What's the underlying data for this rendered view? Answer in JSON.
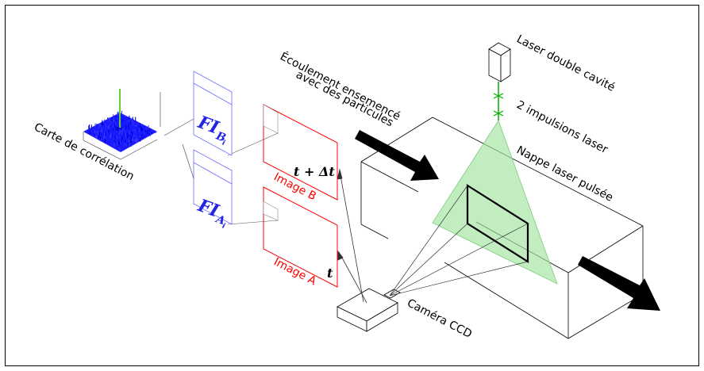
{
  "labels": {
    "laser": "Laser double cavité",
    "flow_line1": "Écoulement ensemencé",
    "flow_line2": "avec des particules",
    "pulses": "2 impulsions laser",
    "sheet": "Nappe laser pulsée",
    "camera": "Caméra CCD",
    "image_a": "Image A",
    "image_b": "Image B",
    "time_b": "t + Δt",
    "time_a": "t",
    "corr_map": "Carte de corrélation",
    "fi_b_main": "FI",
    "fi_b_sub": "B",
    "fi_b_index": "i",
    "fi_a_main": "FI",
    "fi_a_sub": "A",
    "fi_a_index": "i"
  },
  "colors": {
    "laser_green": "#00b000",
    "sheet_fill": "#9fe39f",
    "image_red": "#ff0000",
    "window_blue": "#6a6aff",
    "fi_blue": "#2323e6",
    "corr_blue": "#1a1aff",
    "corr_peak": "#66cc33"
  }
}
